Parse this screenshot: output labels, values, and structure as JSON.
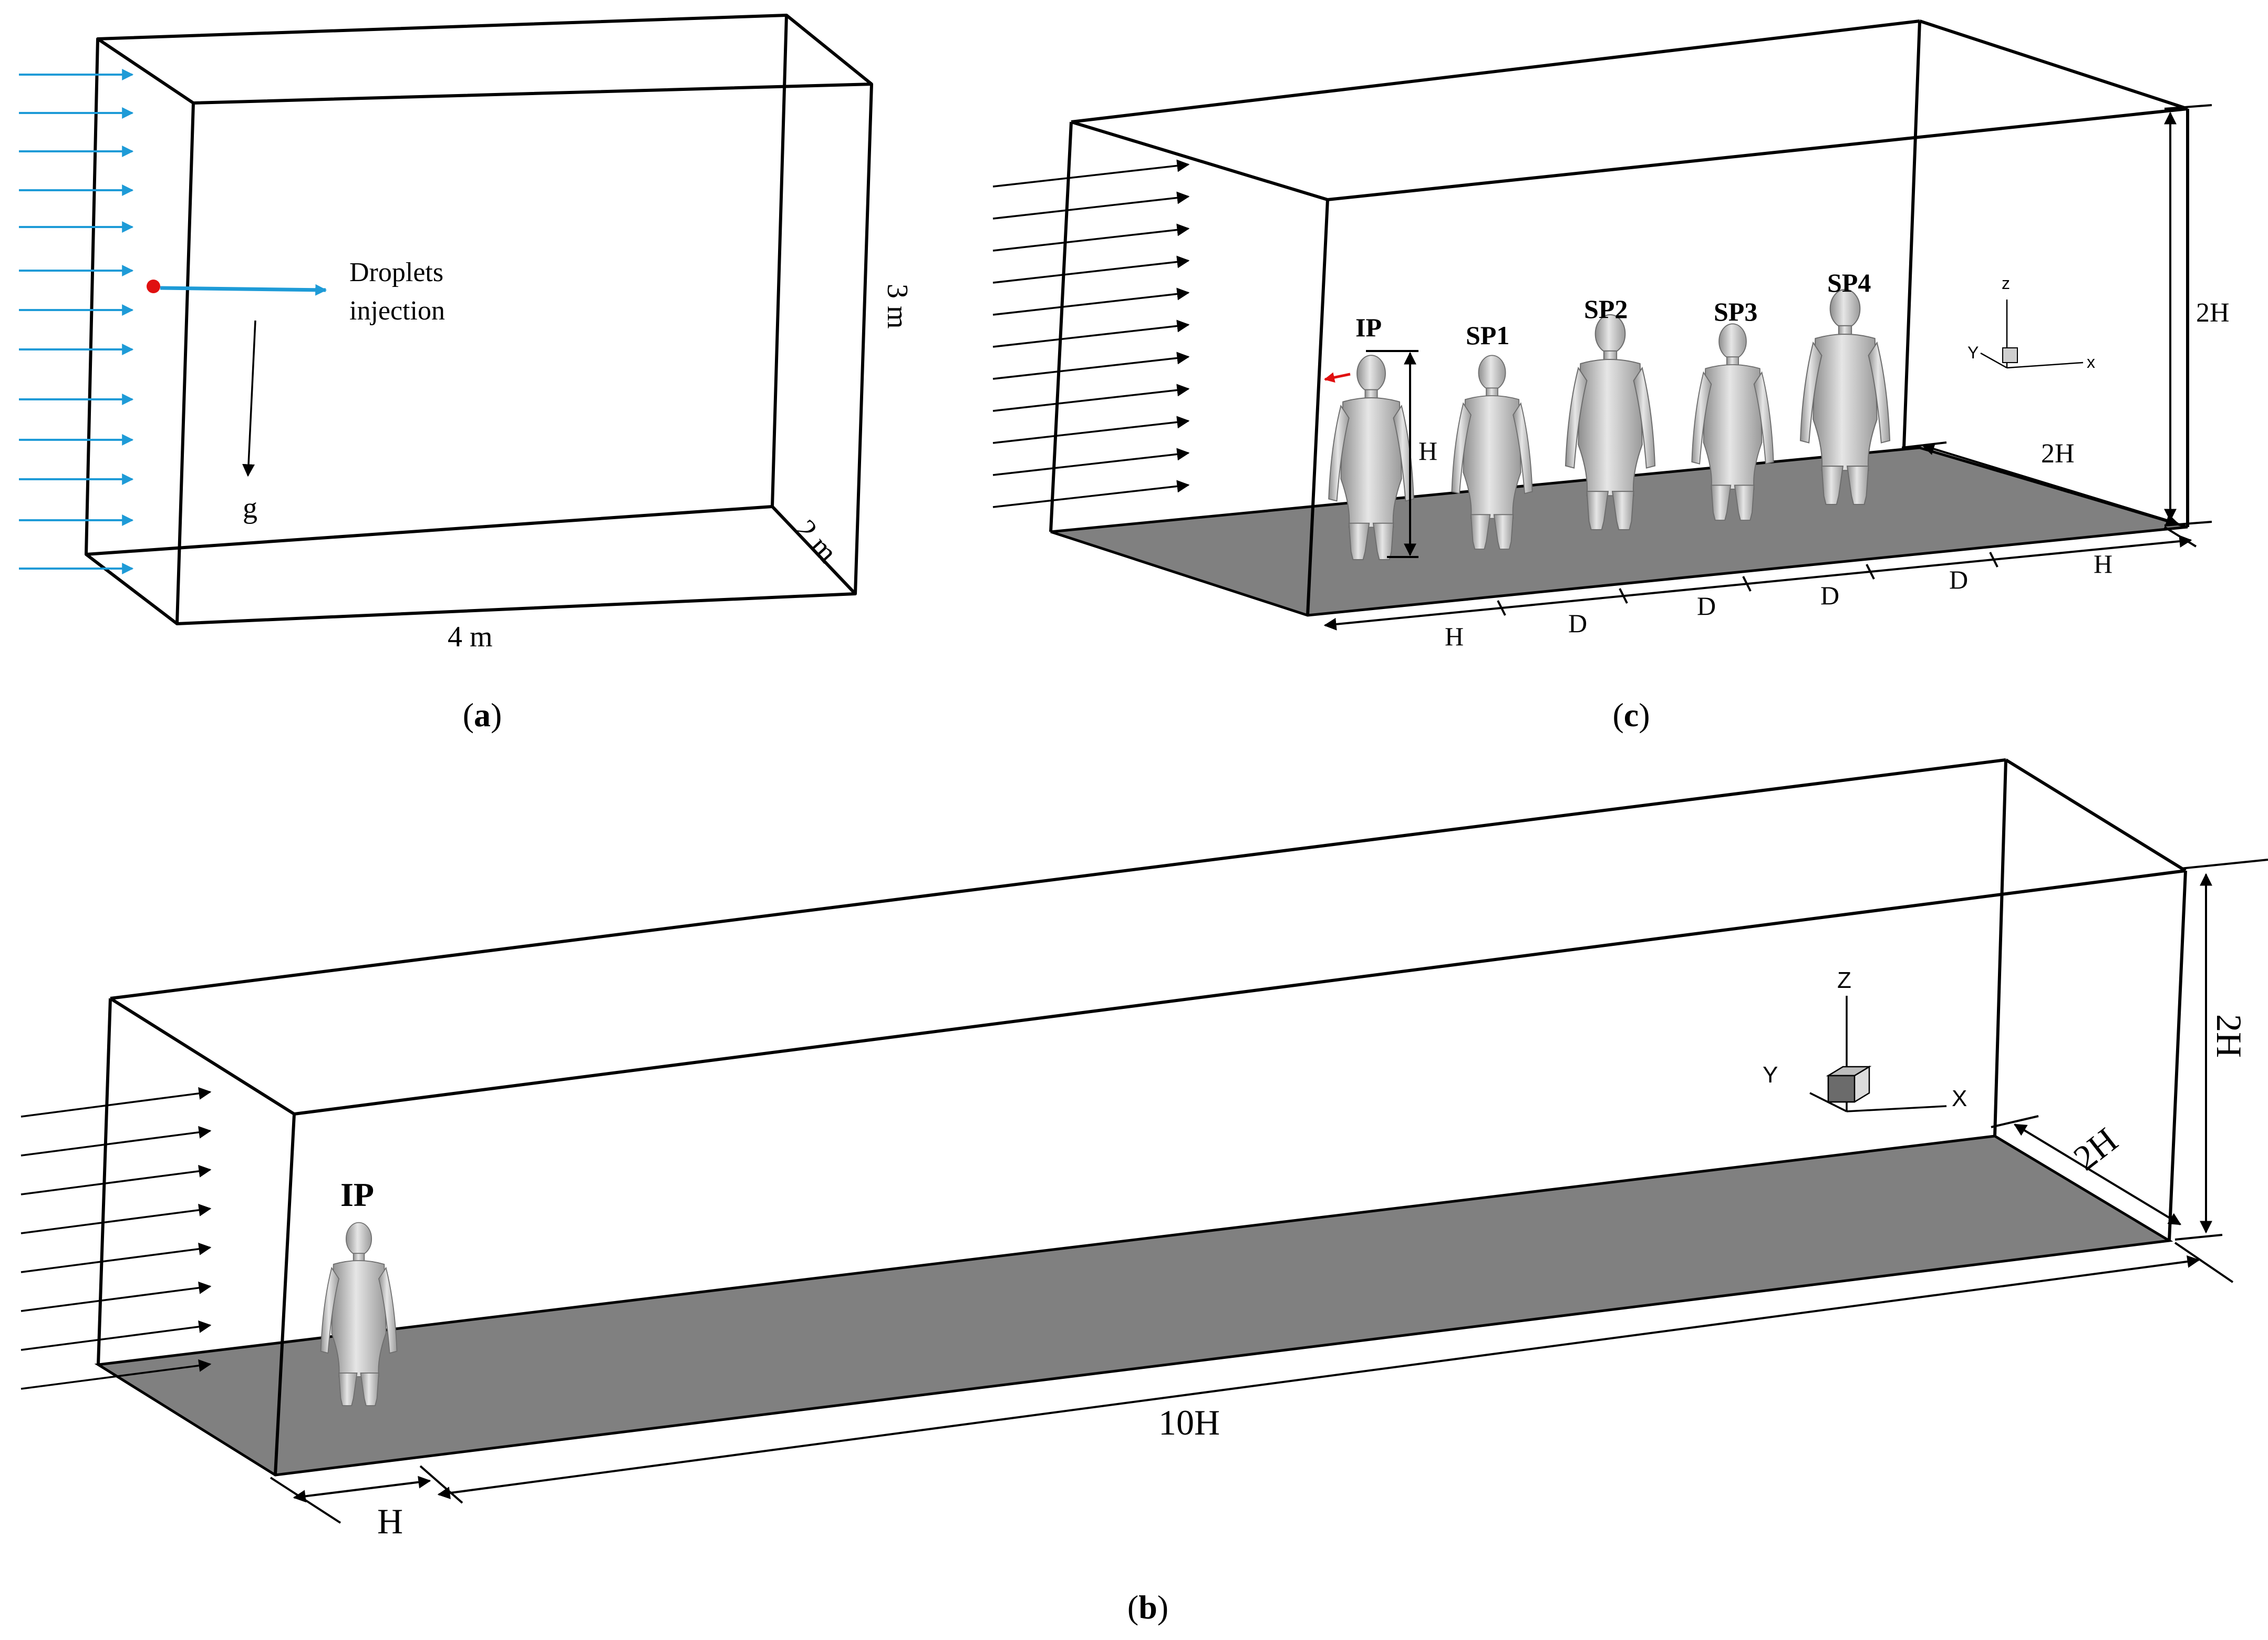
{
  "panel_a": {
    "caption_open": "(",
    "caption_letter": "a",
    "caption_close": ")",
    "droplets_line1": "Droplets",
    "droplets_line2": "injection",
    "gravity_label": "g",
    "height_label": "3 m",
    "depth_label": "2 m",
    "width_label": "4 m",
    "inflow_arrow_color": "#1e9bd7",
    "injection_point_color": "#e01010"
  },
  "panel_b": {
    "caption_open": "(",
    "caption_letter": "b",
    "caption_close": ")",
    "person_label": "IP",
    "length_label": "10H",
    "offset_label": "H",
    "height_label": "2H",
    "depth_label": "2H",
    "axis_z": "Z",
    "axis_y": "Y",
    "axis_x": "X",
    "floor_color": "#808080"
  },
  "panel_c": {
    "caption_open": "(",
    "caption_letter": "c",
    "caption_close": ")",
    "persons": [
      "IP",
      "SP1",
      "SP2",
      "SP3",
      "SP4"
    ],
    "person_height_label": "H",
    "height_label": "2H",
    "depth_label": "2H",
    "bottom_labels": [
      "H",
      "D",
      "D",
      "D",
      "D",
      "H"
    ],
    "axis_z": "z",
    "axis_y": "Y",
    "axis_x": "x",
    "floor_color": "#808080",
    "exhale_arrow_color": "#e01010"
  }
}
